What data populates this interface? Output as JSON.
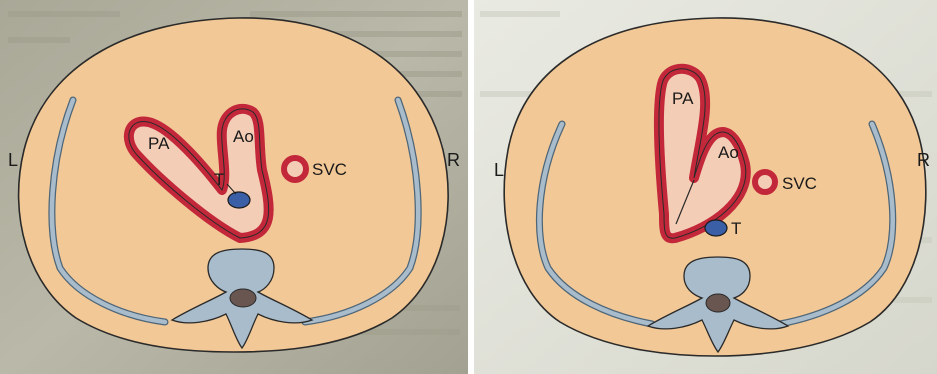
{
  "figures": [
    {
      "labels": {
        "pa": "PA",
        "ao": "Ao",
        "t": "T",
        "svc": "SVC",
        "left": "L",
        "right": "R"
      }
    },
    {
      "labels": {
        "pa": "PA",
        "ao": "Ao",
        "t": "T",
        "svc": "SVC",
        "left": "L",
        "right": "R"
      }
    }
  ],
  "colors": {
    "page_left": "#b7b5a4",
    "page_right": "#dfe0d6",
    "body_fill": "#f2c896",
    "vessel_red": "#c3283a",
    "vessel_inner": "#f3cdb5",
    "trachea": "#3b5fa6",
    "spine": "#a9bccb",
    "cord": "#6a5650",
    "outline": "#2a2a2a"
  }
}
